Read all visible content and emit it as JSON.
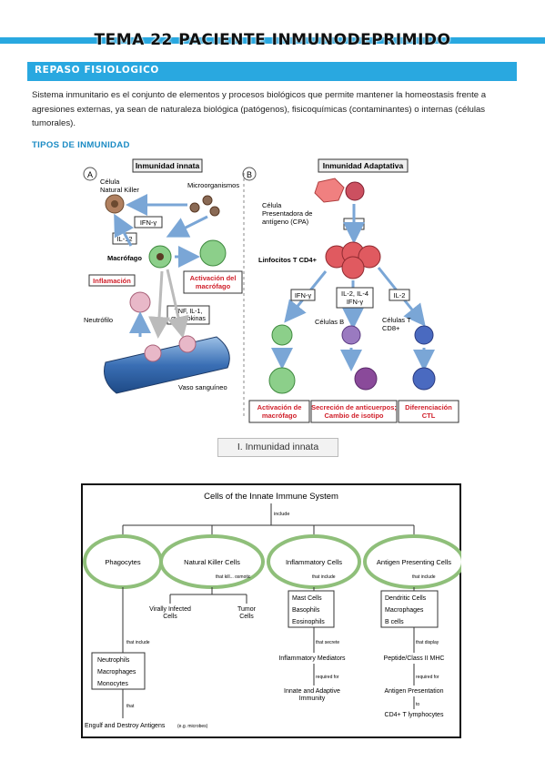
{
  "page": {
    "title": "TEMA 22 PACIENTE INMUNODEPRIMIDO",
    "section_title": "REPASO FISIOLOGICO",
    "paragraph": "Sistema inmunitario es el conjunto de elementos y procesos biológicos que permite mantener la homeostasis frente a agresiones externas, ya sean de naturaleza biológica (patógenos), fisicoquímicas (contaminantes) o internas (células tumorales).",
    "subtitle": "TIPOS DE INMUNIDAD",
    "innata_label": "I. Inmunidad innata"
  },
  "figure1": {
    "a_letter": "A",
    "b_letter": "B",
    "a_title": "Inmunidad innata",
    "b_title": "Inmunidad Adaptativa",
    "nk_cell": "Célula\nNatural Killer",
    "microorganismos": "Microorganismos",
    "ifn_gamma": "IFN-γ",
    "il12": "IL-12",
    "macrofago": "Macrófago",
    "activacion_macrofago": "Activación del\nmacrófago",
    "inflamacion": "Inflamación",
    "neutrofilo": "Neutrófilo",
    "tnf": "TNF, IL-1,\nquemokinas",
    "vaso": "Vaso sanguíneo",
    "cpa": "Célula\nPresentadora de\nantígeno (CPA)",
    "il2": "IL-2",
    "linfocitos_cd4": "Linfocitos T CD4+",
    "b_ifn": "IFN-γ",
    "il2_il4_ifn": "IL-2, IL-4\nIFN-γ",
    "b_il2": "IL-2",
    "celulas_b": "Células B",
    "celulas_t": "Células T\nCD8+",
    "out1": "Activación de\nmacrófago",
    "out2": "Secreción de anticuerpos;\nCambio de isotipo",
    "out3": "Diferenciación\nCTL"
  },
  "figure2": {
    "title": "Cells of the Innate Immune System",
    "include": "include",
    "phagocytes": "Phagocytes",
    "nk": "Natural Killer Cells",
    "inflammatory": "Inflammatory Cells",
    "apc": "Antigen Presenting Cells",
    "that_kill_osmotic": "that kill... osmotic",
    "that_include_1": "that include",
    "that_include_2": "that include",
    "virally": "Virally Infected\nCells",
    "tumor": "Tumor\nCells",
    "mast": "Mast Cells",
    "basophils": "Basophils",
    "eosinophils": "Eosinophils",
    "dendritic": "Dendritic Cells",
    "macrophages_apc": "Macrophages",
    "bcells": "B cells",
    "that_include_phag": "that include",
    "neutrophils": "Neutrophils",
    "macrophages": "Macrophages",
    "monocytes": "Monocytes",
    "that_secrete": "that secrete",
    "mediators": "Inflammatory Mediators",
    "required_for_1": "required for",
    "innate_adaptive": "Innate and Adaptive\nImmunity",
    "that_display": "that display",
    "peptide": "Peptide/Class II MHC",
    "required_for_2": "required for",
    "antigen_presentation": "Antigen Presentation",
    "to": "to",
    "cd4": "CD4+ T lymphocytes",
    "that": "that",
    "engulf": "Engulf and Destroy Antigens",
    "engulf_eg": "(e.g. microbes)"
  },
  "colors": {
    "accent": "#29a8e0",
    "subtitle": "#1b8bc4",
    "red_label": "#d0202b",
    "ellipse": "#8fbf7a"
  }
}
